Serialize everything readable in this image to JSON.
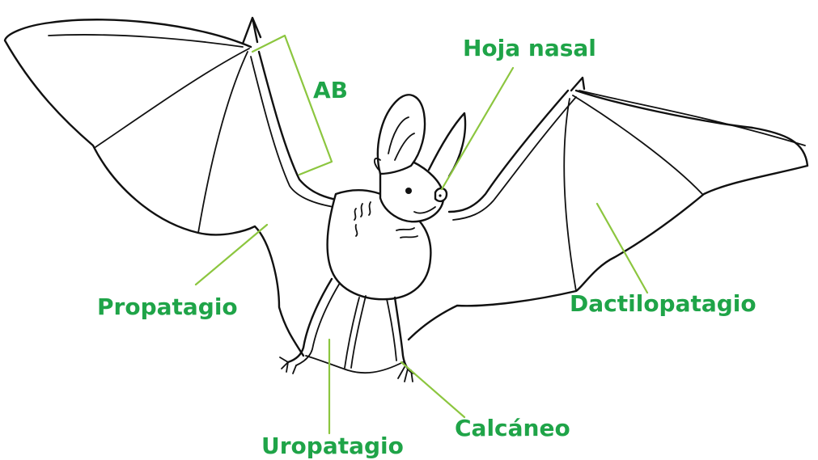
{
  "colors": {
    "label": "#1fa448",
    "leader": "#8cc63f",
    "outline": "#111111"
  },
  "labels": {
    "hoja_nasal": "Hoja nasal",
    "ab": "AB",
    "propatagio": "Propatagio",
    "dactilopatagio": "Dactilopatagio",
    "uropatagio": "Uropatagio",
    "calcaneo": "Calcáneo"
  }
}
